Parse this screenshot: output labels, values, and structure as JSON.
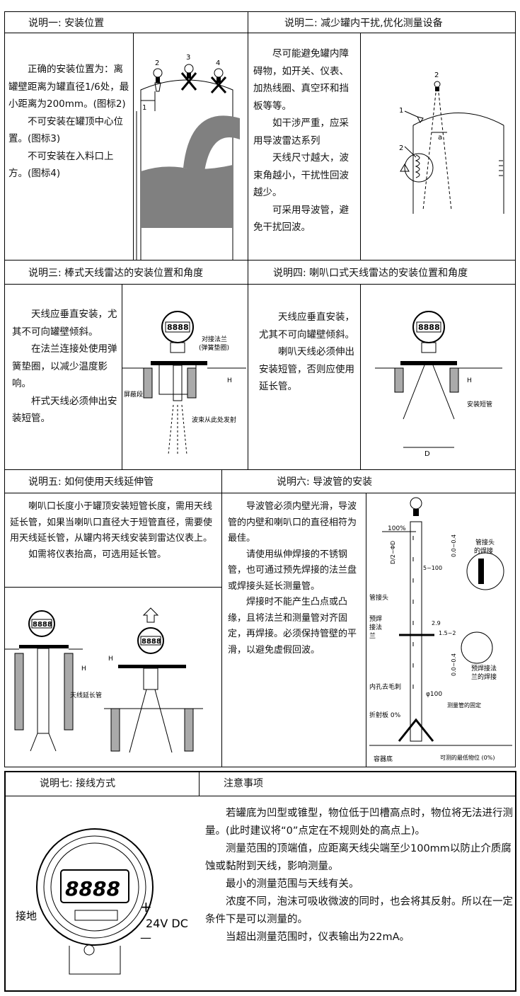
{
  "s1": {
    "title": "说明一: 安装位置",
    "paras": [
      "正确的安装位置为：离罐壁距离为罐直径1/6处，最小距离为200mm。(图标2)",
      "不可安装在罐顶中心位置。(图标3)",
      "不可安装在入料口上方。(图标4)"
    ],
    "labels": {
      "n2": "2",
      "n3": "3",
      "n4": "4",
      "n1": "1"
    }
  },
  "s2": {
    "title": "说明二: 减少罐内干扰,优化测量设备",
    "paras": [
      "尽可能避免罐内障碍物，如开关、仪表、加热线圈、真空环和挡板等等。",
      "如干涉严重，应采用导波雷达系列",
      "天线尺寸越大，波束角越小，干扰性回波越少。",
      "可采用导波管，避免干扰回波。"
    ],
    "labels": {
      "n2": "2",
      "n1": "1",
      "n2b": "2",
      "a": "a"
    }
  },
  "s3": {
    "title": "说明三: 棒式天线雷达的安装位置和角度",
    "paras": [
      "天线应垂直安装，尤其不可向罐壁倾斜。",
      "在法兰连接处使用弹簧垫圈，以减少温度影响。",
      "杆式天线必须伸出安装短管。"
    ],
    "labels": {
      "display": "8888",
      "flange": "对接法兰",
      "washer": "(弹簧垫圈)",
      "shield": "屏蔽段",
      "emit": "波束从此处发射",
      "h": "H"
    }
  },
  "s4": {
    "title": "说明四: 喇叭口式天线雷达的安装位置和角度",
    "paras": [
      "天线应垂直安装，尤其不可向罐壁倾斜。",
      "喇叭天线必须伸出安装短管，否则应使用延长管。"
    ],
    "labels": {
      "display": "8888",
      "h": "H",
      "pipe": "安装短管",
      "d": "D"
    }
  },
  "s5": {
    "title": "说明五: 如何使用天线延伸管",
    "paras": [
      "喇叭口长度小于罐顶安装短管长度，需用天线延长管，如果当喇叭口直径大于短管直径，需要使用天线延长管，从罐内将天线安装到雷达仪表上。",
      "如需将仪表抬高，可选用延长管。"
    ],
    "labels": {
      "display": "8888",
      "h": "H",
      "ext": "天线延长管",
      "h2": "H"
    }
  },
  "s6": {
    "title": "说明六: 导波管的安装",
    "paras": [
      "导波管必须内壁光滑，导波管的内壁和喇叭口的直径相符为最佳。",
      "请使用纵伸焊接的不锈钢管，也可通过预先焊接的法兰盘或焊接头延长测量管。",
      "焊接时不能产生凸点或凸缘，且将法兰和测量管对齐固定，再焊接。必须保持管壁的平滑，以避免虚假回波。"
    ],
    "labels": {
      "p100": "100%",
      "joint": "管接头",
      "r1": "5~100",
      "weld1": "管接头",
      "weld1b": "的焊接",
      "flangew": "预焊",
      "flangew2": "接法",
      "flangew3": "兰",
      "d29": "2.9",
      "d152": "1.5~2",
      "d04": "0.0~0.4",
      "d04b": "0.0~0.4",
      "weld2": "预焊接法",
      "weld2b": "兰的焊接",
      "hole": "内孔去毛刺",
      "dia": "φ100",
      "fix": "测量管的固定",
      "refl": "折射板 0%",
      "bottom": "容器底",
      "min": "可测的最低物位 (0%)",
      "r2": "D/2~ΦD"
    }
  },
  "s7": {
    "title": "说明七: 接线方式",
    "labels": {
      "display": "8888",
      "ground": "接地",
      "plus": "+",
      "volt": "24V DC",
      "minus": "—"
    }
  },
  "s8": {
    "title": "注意事项",
    "paras": [
      "若罐底为凹型或锥型，物位低于凹槽高点时，物位将无法进行测量。(此时建议将“0”点定在不规则处的高点上)。",
      "测量范围的顶端值，应距离天线尖端至少100mm以防止介质腐蚀或黏附到天线，影响测量。",
      "最小的测量范围与天线有关。",
      "浓度不同，泡沫可吸收微波的同时，也会将其反射。所以在一定条件下是可以测量的。",
      "当超出测量范围时，仪表输出为22mA。"
    ]
  }
}
